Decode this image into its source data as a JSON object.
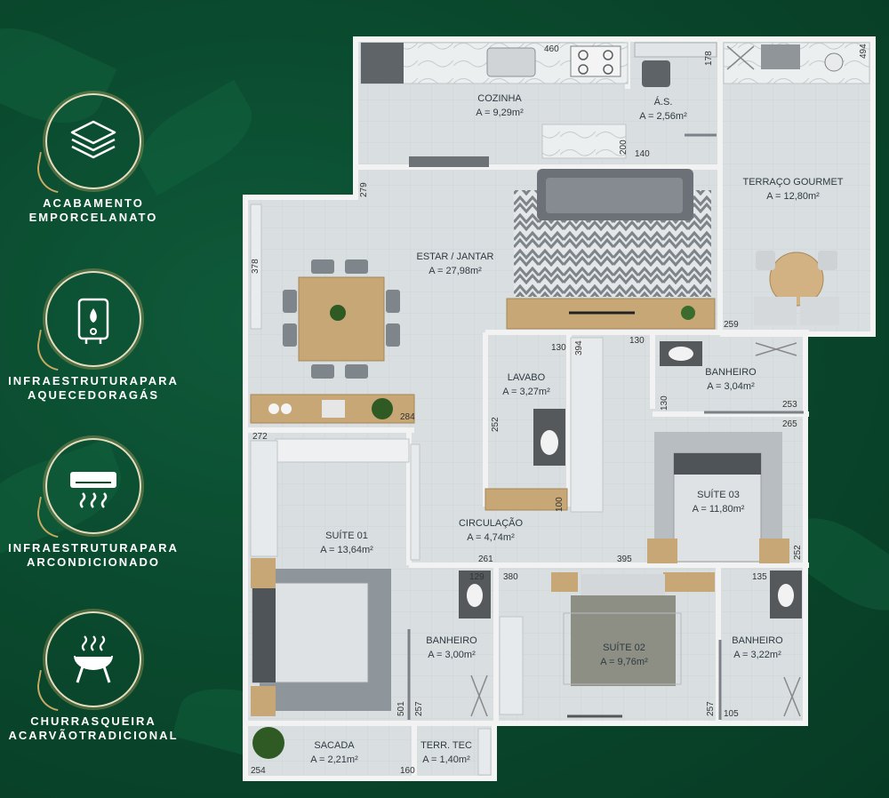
{
  "features": [
    {
      "icon": "layers-icon",
      "lines": [
        "ACABAMENTO",
        "EMPORCELANATO"
      ]
    },
    {
      "icon": "gas-heater-icon",
      "lines": [
        "INFRAESTRUTURAPARA",
        "AQUECEDORAGÁS"
      ]
    },
    {
      "icon": "air-conditioner-icon",
      "lines": [
        "INFRAESTRUTURAPARA",
        "ARCONDICIONADO"
      ]
    },
    {
      "icon": "barbecue-grill-icon",
      "lines": [
        "CHURRASQUEIRA",
        "ACARVÃOTRADICIONAL"
      ]
    }
  ],
  "rooms": {
    "cozinha": {
      "name": "COZINHA",
      "area": "A = 9,29m²"
    },
    "as": {
      "name": "Á.S.",
      "area": "A = 2,56m²"
    },
    "terraco": {
      "name": "TERRAÇO GOURMET",
      "area": "A = 12,80m²"
    },
    "estar": {
      "name": "ESTAR / JANTAR",
      "area": "A = 27,98m²"
    },
    "lavabo": {
      "name": "LAVABO",
      "area": "A = 3,27m²"
    },
    "banheiro_suite3": {
      "name": "BANHEIRO",
      "area": "A = 3,04m²"
    },
    "suite03": {
      "name": "SUÍTE 03",
      "area": "A = 11,80m²"
    },
    "circulacao": {
      "name": "CIRCULAÇÃO",
      "area": "A = 4,74m²"
    },
    "suite01": {
      "name": "SUÍTE 01",
      "area": "A = 13,64m²"
    },
    "banheiro_suite1": {
      "name": "BANHEIRO",
      "area": "A = 3,00m²"
    },
    "suite02": {
      "name": "SUÍTE 02",
      "area": "A = 9,76m²"
    },
    "banheiro_suite2": {
      "name": "BANHEIRO",
      "area": "A = 3,22m²"
    },
    "sacada": {
      "name": "SACADA",
      "area": "A = 2,21m²"
    },
    "terr_tec": {
      "name": "TERR. TEC",
      "area": "A = 1,40m²"
    }
  },
  "dimensions": {
    "d460": "460",
    "d178": "178",
    "d494": "494",
    "d200": "200",
    "d140": "140",
    "d279": "279",
    "d378": "378",
    "d259": "259",
    "d130a": "130",
    "d394": "394",
    "d130b": "130",
    "d130c": "130",
    "d253": "253",
    "d265": "265",
    "d252a": "252",
    "d284": "284",
    "d272": "272",
    "d100": "100",
    "d252b": "252",
    "d261": "261",
    "d395": "395",
    "d129": "129",
    "d380": "380",
    "d135": "135",
    "d501": "501",
    "d257a": "257",
    "d257b": "257",
    "d105": "105",
    "d254": "254",
    "d160": "160"
  },
  "colors": {
    "background": "#0a4a2e",
    "gold": "#c9a961",
    "floor": "#d9dee1",
    "wall": "#f2f2f2",
    "wood": "#c8a777"
  }
}
